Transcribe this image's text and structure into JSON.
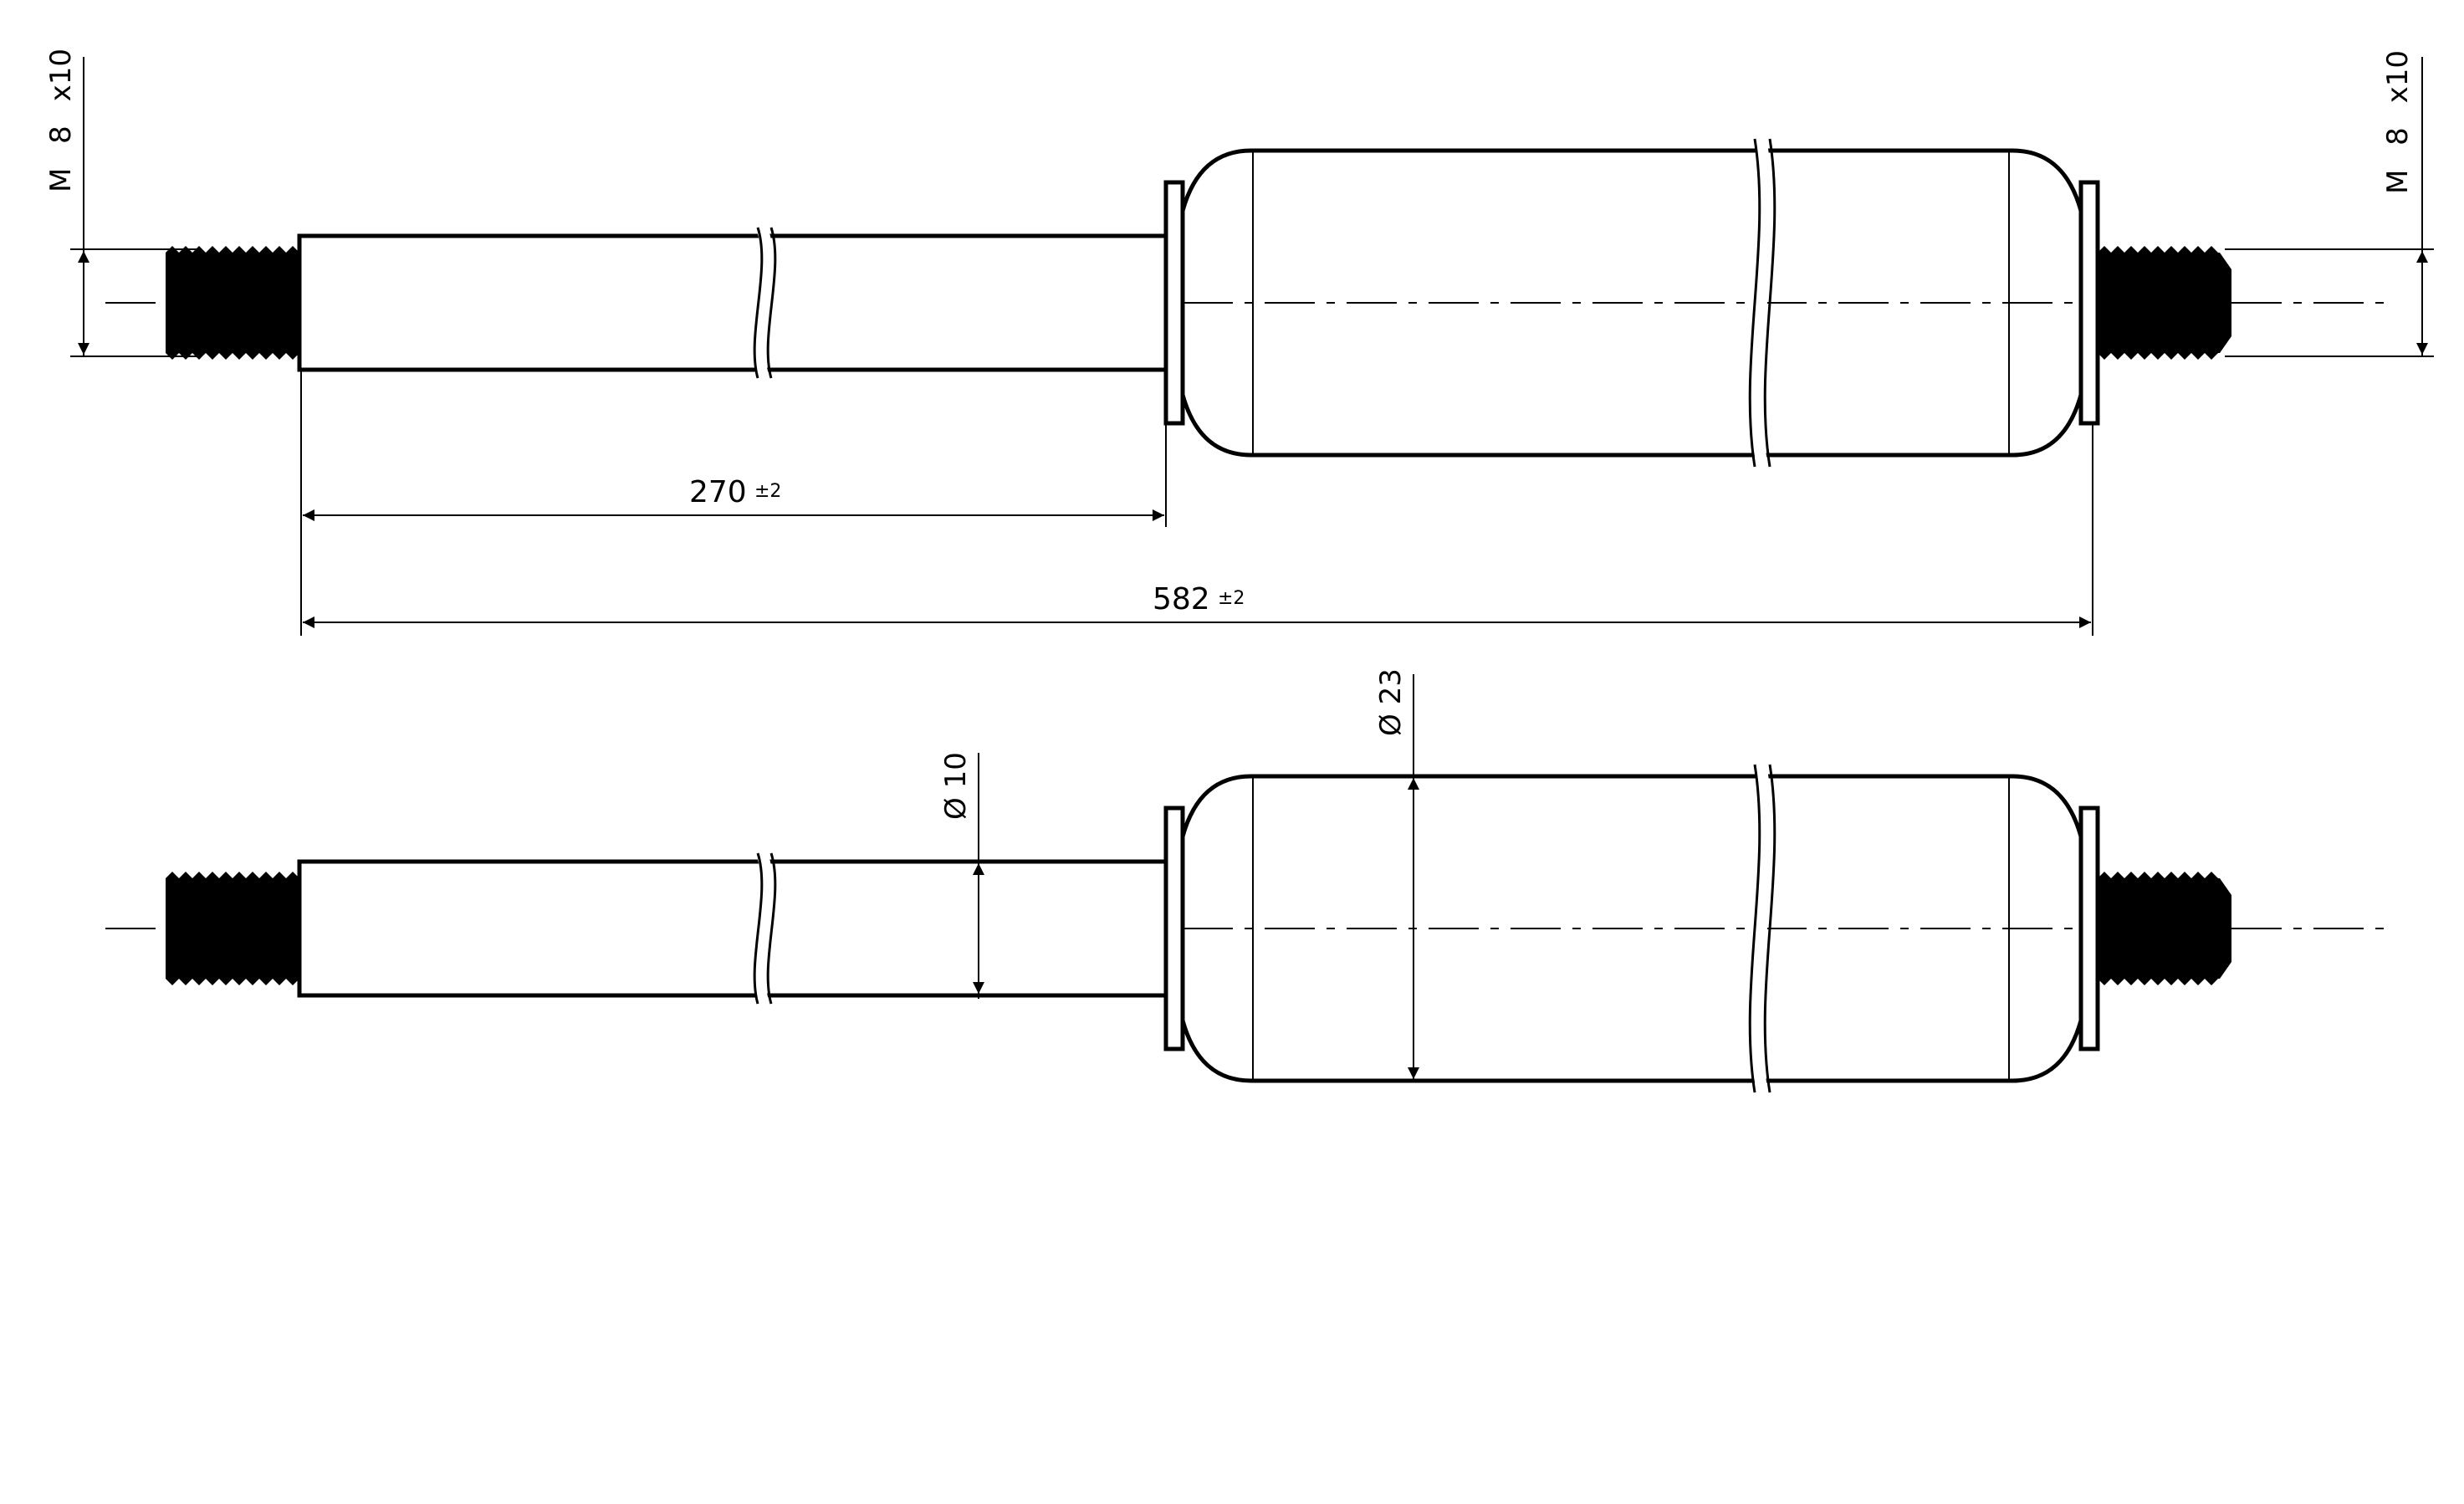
{
  "view_top": {
    "thread_left": {
      "prefix": "M",
      "size": "8",
      "suffix": "x10"
    },
    "thread_right": {
      "prefix": "M",
      "size": "8",
      "suffix": "x10"
    },
    "stroke_dimension": {
      "value": "270",
      "tolerance": "±2"
    },
    "overall_dimension": {
      "value": "582",
      "tolerance": "±2"
    }
  },
  "view_bottom": {
    "rod_diameter": {
      "symbol": "Ø",
      "value": "10"
    },
    "body_diameter": {
      "symbol": "Ø",
      "value": "23"
    }
  },
  "colors": {
    "line": "#000000",
    "background": "#ffffff",
    "thread_fill": "#000000"
  }
}
